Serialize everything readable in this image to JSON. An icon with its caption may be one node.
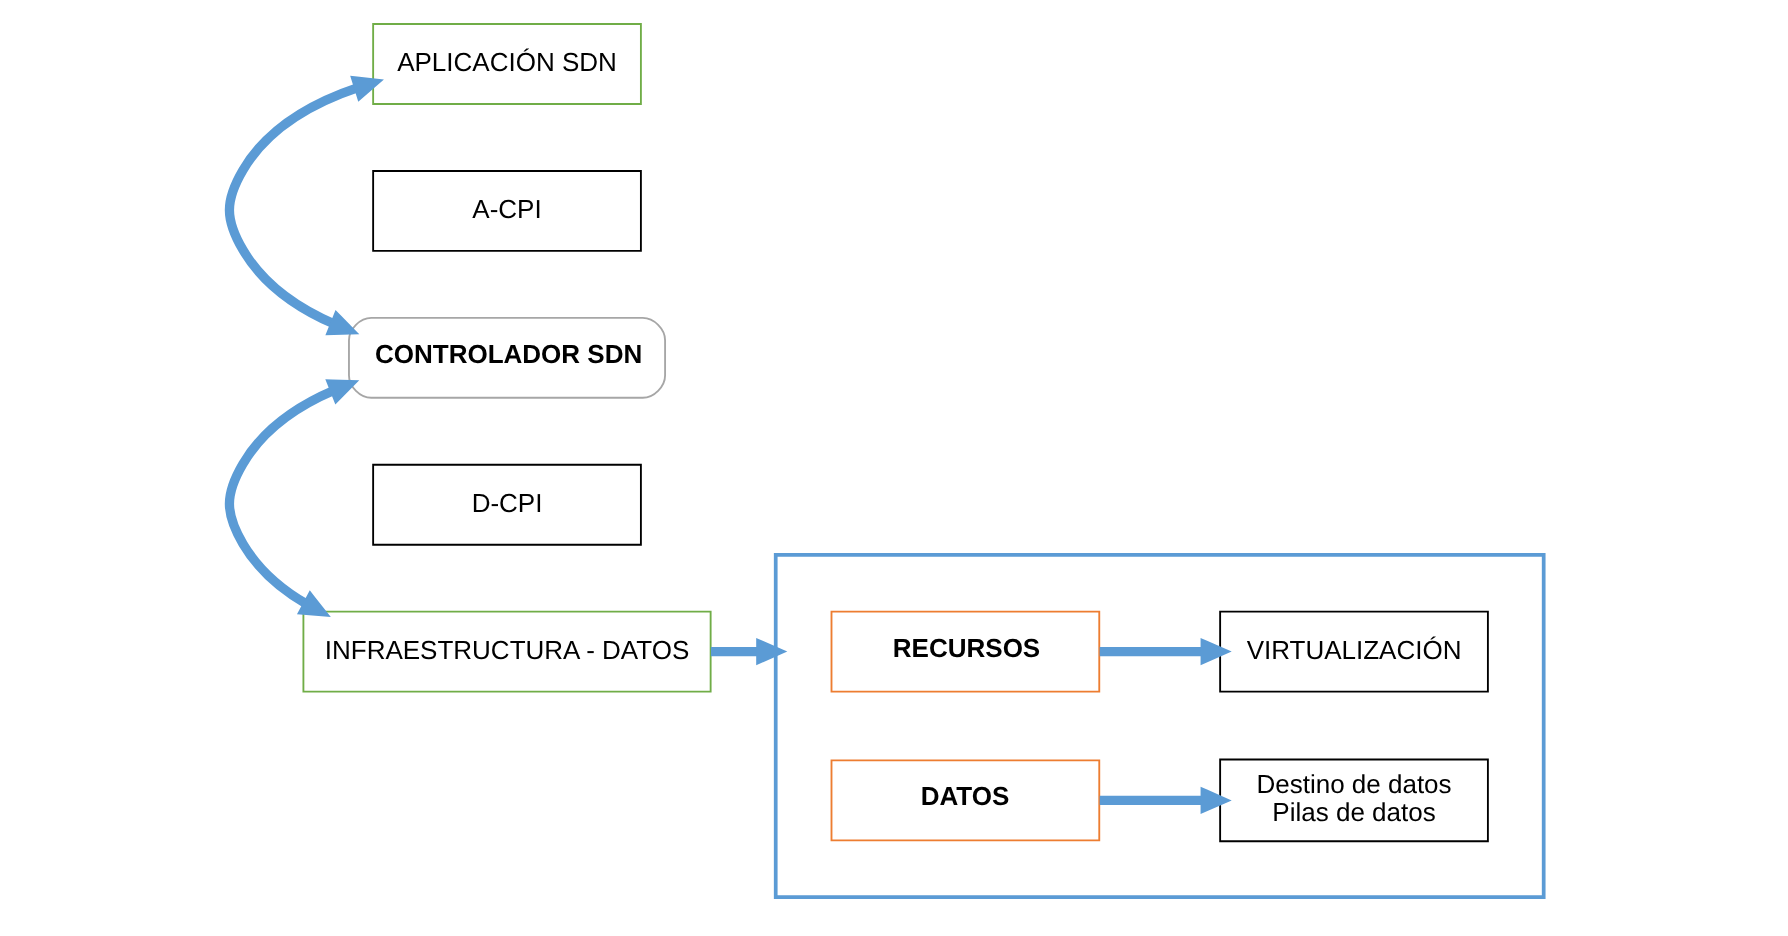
{
  "diagram": {
    "nodes": [
      {
        "text": [
          "APLICACIÓN SDN"
        ]
      },
      {
        "text": [
          "A-CPI"
        ]
      },
      {
        "text": [
          "CONTROLADOR SDN"
        ]
      },
      {
        "text": [
          "D-CPI"
        ]
      },
      {
        "text": [
          "INFRAESTRUCTURA - DATOS"
        ]
      },
      {
        "text": [],
        "shape": "box"
      },
      {
        "text": [
          "RECURSOS"
        ],
        "in": 5
      },
      {
        "text": [
          "VIRTUALIZACIÓN"
        ],
        "in": 5
      },
      {
        "text": [
          "DATOS"
        ],
        "in": 5
      },
      {
        "text": [
          "Destino de datos",
          "Pilas de datos"
        ],
        "in": 5
      }
    ],
    "edges": [
      {
        "from": 0,
        "to": 2,
        "arrow": "both"
      },
      {
        "from": 2,
        "to": 4,
        "arrow": "both"
      },
      {
        "from": 4,
        "to": 5,
        "arrow": "to"
      },
      {
        "from": 6,
        "to": 7,
        "arrow": "to"
      },
      {
        "from": 8,
        "to": 9,
        "arrow": "to"
      }
    ]
  }
}
